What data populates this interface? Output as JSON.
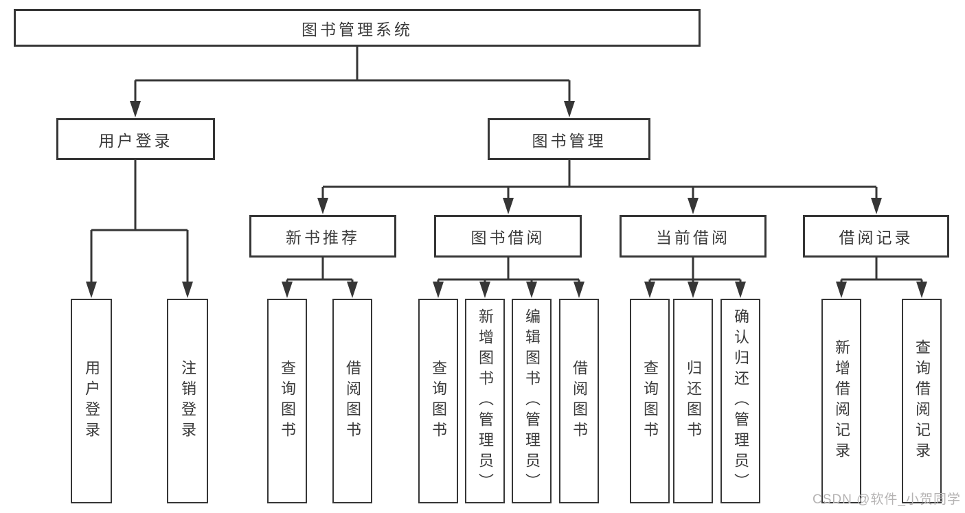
{
  "tree": {
    "root": {
      "label": "图书管理系统"
    },
    "level1": [
      {
        "label": "用户登录"
      },
      {
        "label": "图书管理"
      }
    ],
    "level2": [
      {
        "label": "新书推荐"
      },
      {
        "label": "图书借阅"
      },
      {
        "label": "当前借阅"
      },
      {
        "label": "借阅记录"
      }
    ],
    "leaf_groups": [
      {
        "parent": "用户登录",
        "items": [
          "用户登录",
          "注销登录"
        ]
      },
      {
        "parent": "新书推荐",
        "items": [
          "查询图书",
          "借阅图书"
        ]
      },
      {
        "parent": "图书借阅",
        "items": [
          "查询图书",
          "新增图书（管理员）",
          "编辑图书（管理员）",
          "借阅图书"
        ]
      },
      {
        "parent": "当前借阅",
        "items": [
          "查询图书",
          "归还图书",
          "确认归还（管理员）"
        ]
      },
      {
        "parent": "借阅记录",
        "items": [
          "新增借阅记录",
          "查询借阅记录"
        ]
      }
    ]
  },
  "watermark": {
    "text": "CSDN @软件_小贺同学"
  },
  "colors": {
    "line": "#363636",
    "text": "#3a3a3a",
    "background": "#ffffff",
    "watermark": "#b5b3b3"
  }
}
